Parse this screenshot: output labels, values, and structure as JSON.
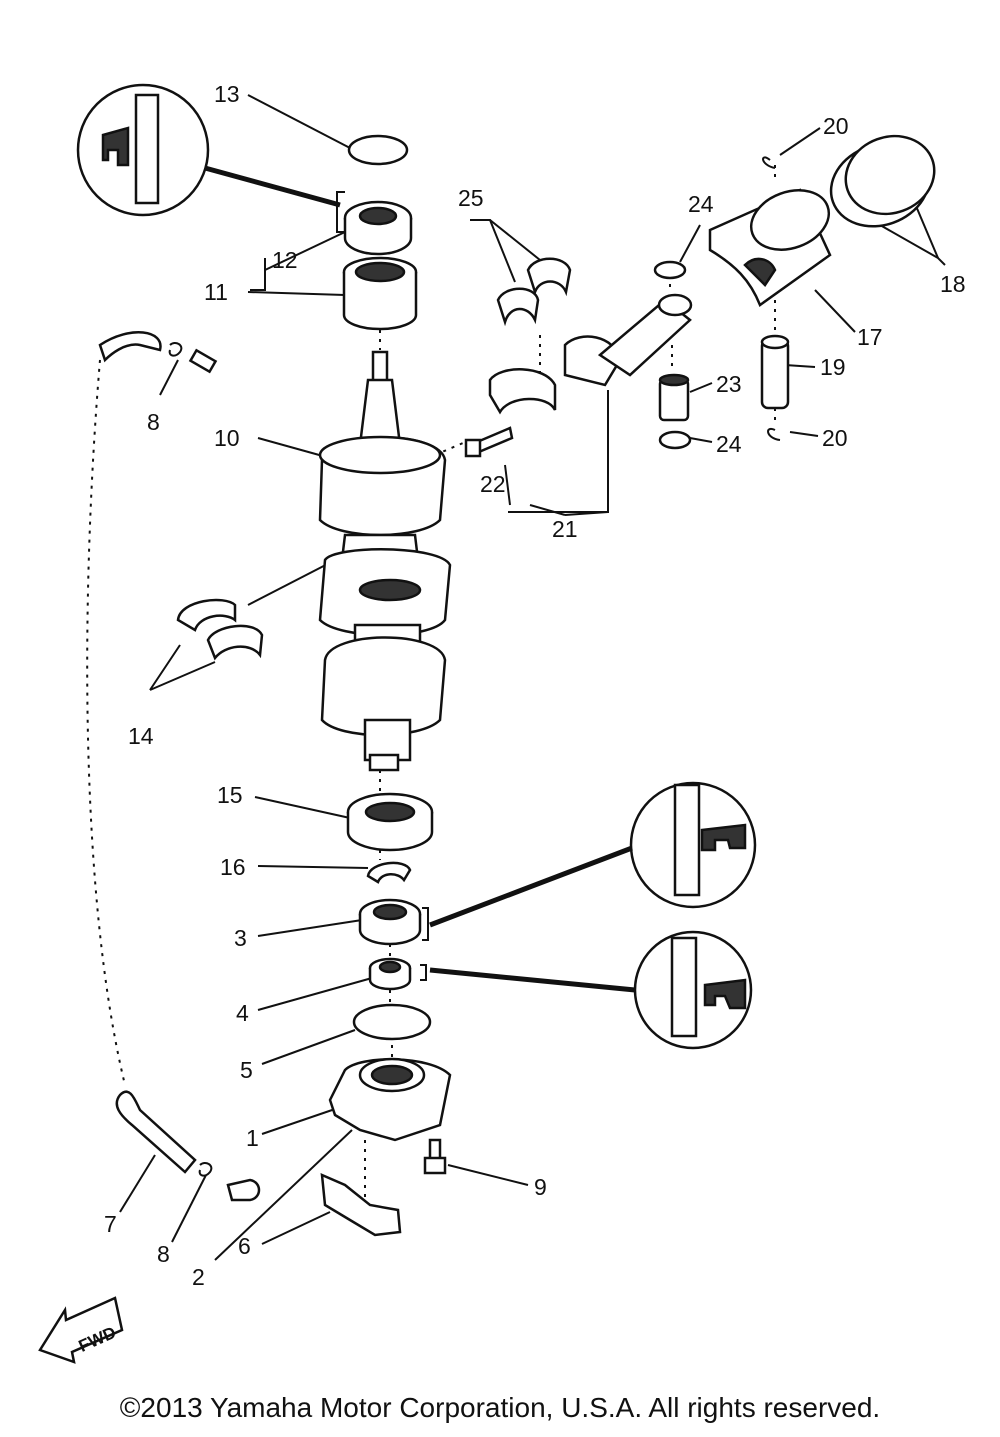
{
  "labels": {
    "l1": "1",
    "l2": "2",
    "l3": "3",
    "l4": "4",
    "l5": "5",
    "l6": "6",
    "l7": "7",
    "l8a": "8",
    "l8b": "8",
    "l9": "9",
    "l10": "10",
    "l11": "11",
    "l12": "12",
    "l13": "13",
    "l14": "14",
    "l15": "15",
    "l16": "16",
    "l17": "17",
    "l18": "18",
    "l19": "19",
    "l20a": "20",
    "l20b": "20",
    "l21": "21",
    "l22": "22",
    "l23": "23",
    "l24a": "24",
    "l24b": "24",
    "l25": "25"
  },
  "fwd": "FWD",
  "copyright": "©2013 Yamaha Motor Corporation, U.S.A. All rights reserved."
}
